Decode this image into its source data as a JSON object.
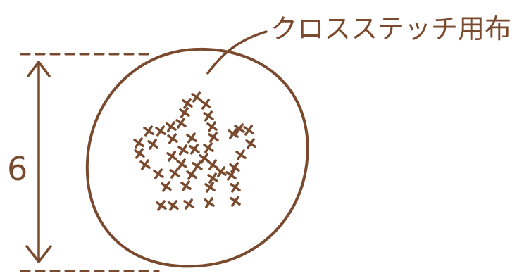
{
  "callout_label": "クロスステッチ用布",
  "dimension_value": "6",
  "colors": {
    "ink": "#7a4a2e",
    "background": "#ffffff"
  },
  "icons": {
    "dimension_arrow": "double-headed-vertical-arrow",
    "stitch_marks": "cross-stitch-x"
  }
}
